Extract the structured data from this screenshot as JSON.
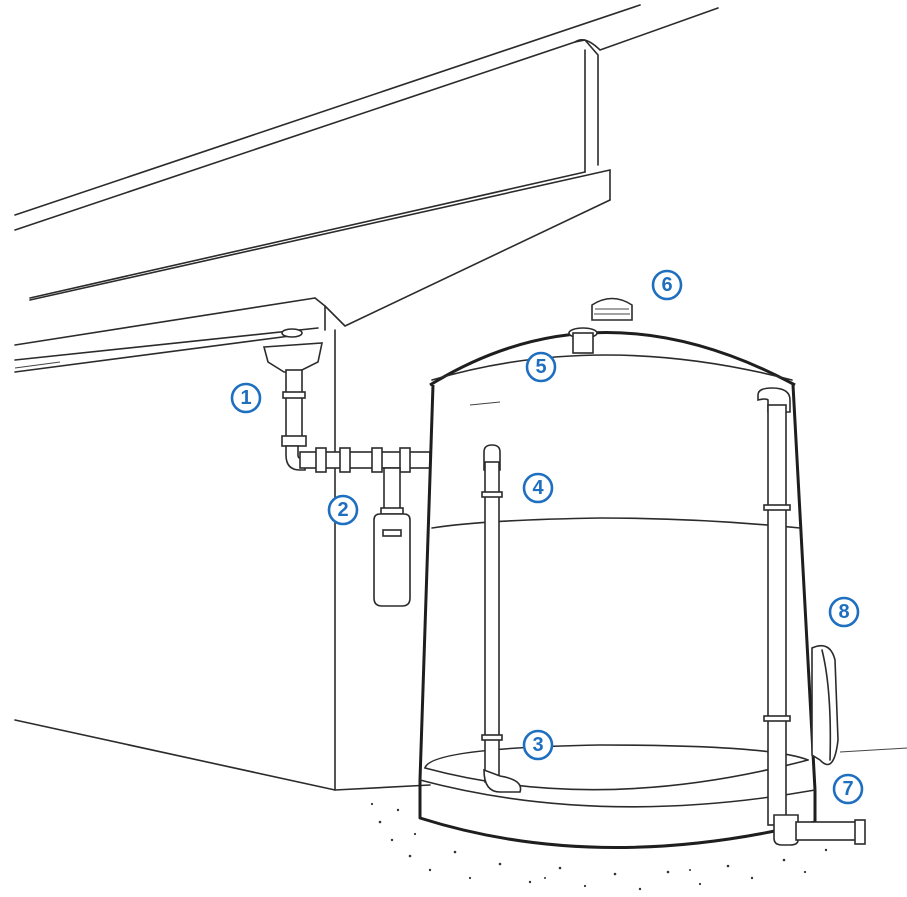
{
  "markers": [
    {
      "id": "1",
      "label": "1"
    },
    {
      "id": "2",
      "label": "2"
    },
    {
      "id": "3",
      "label": "3"
    },
    {
      "id": "4",
      "label": "4"
    },
    {
      "id": "5",
      "label": "5"
    },
    {
      "id": "6",
      "label": "6"
    },
    {
      "id": "7",
      "label": "7"
    },
    {
      "id": "8",
      "label": "8"
    }
  ],
  "colors": {
    "marker": "#1f6fc0",
    "ink": "#2b2b2b",
    "background": "#ffffff"
  }
}
